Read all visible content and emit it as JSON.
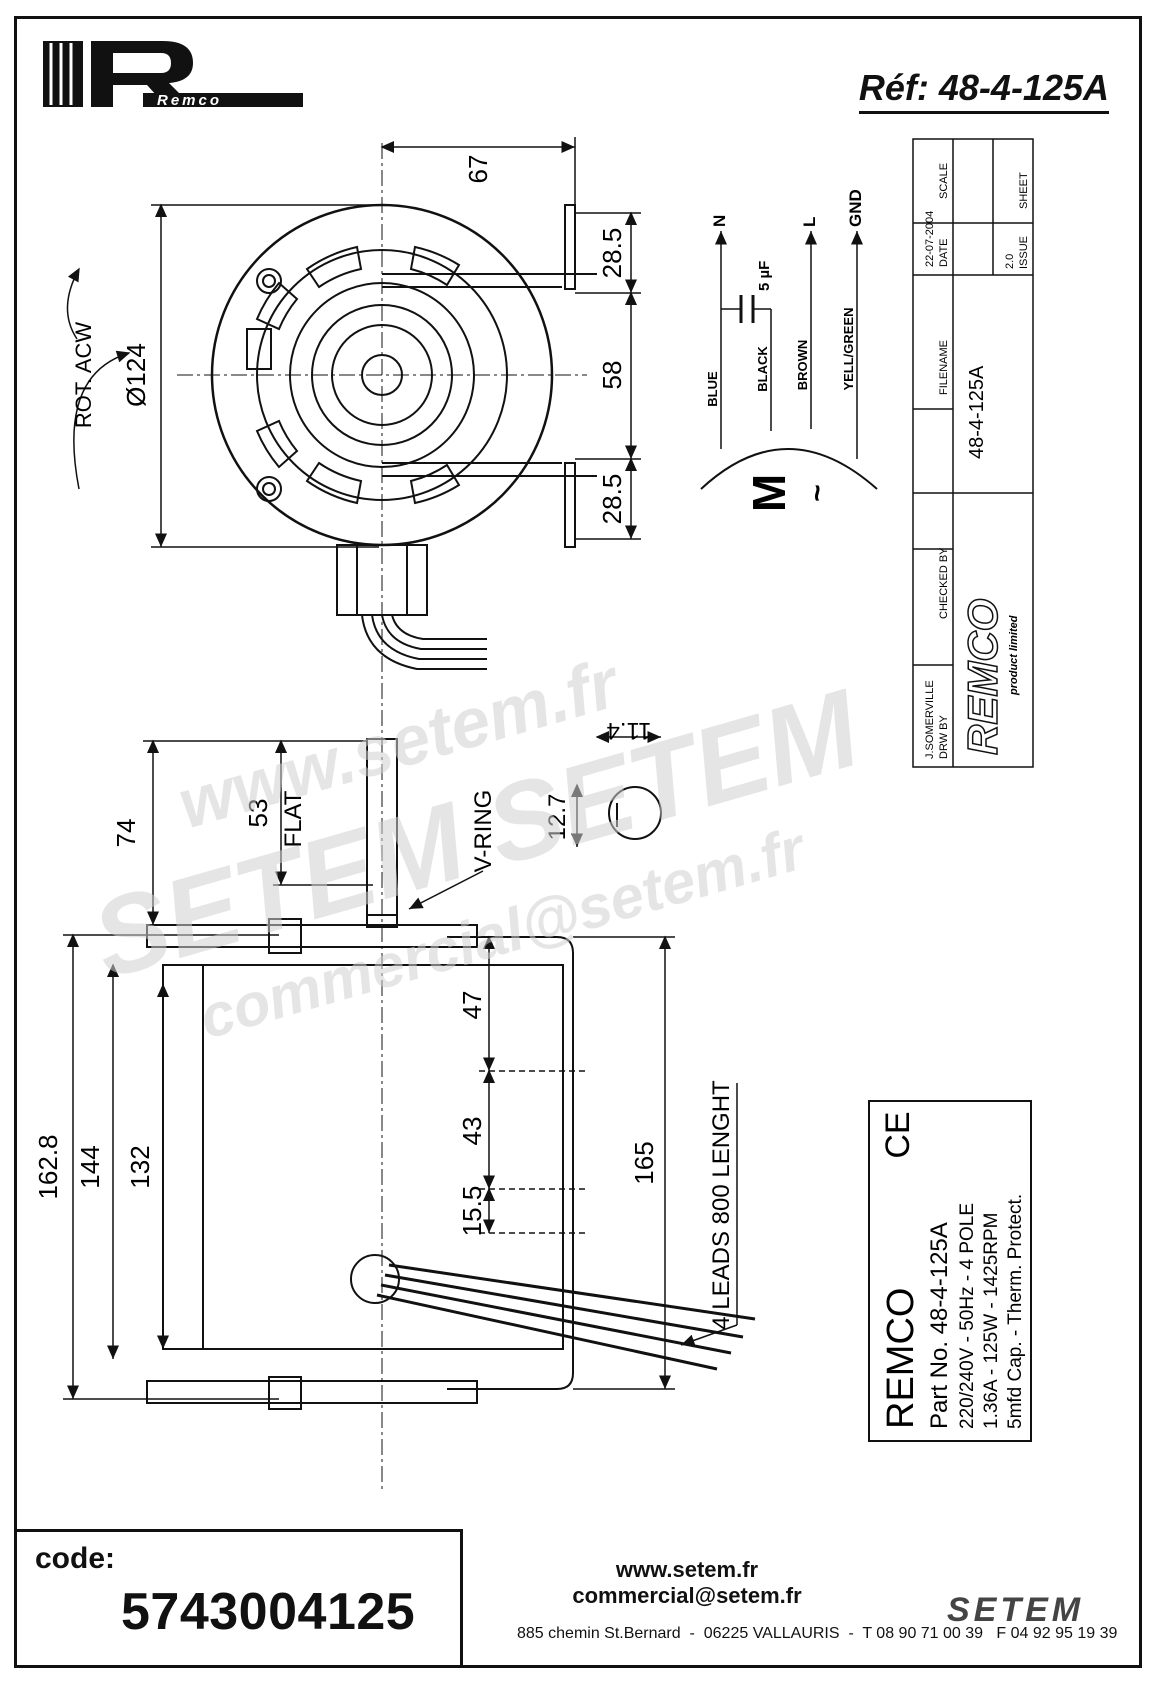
{
  "header": {
    "brand": "Remco",
    "reference": "Réf: 48-4-125A"
  },
  "dimensions": {
    "width_top": "67",
    "diameter": "Ø124",
    "rotation": "ROT. ACW",
    "tab_upper": "28.5",
    "tab_spacing": "58",
    "tab_lower": "28.5",
    "shaft_width": "11.4",
    "shaft_flat_height": "12.7",
    "shaft_length": "74",
    "flat_length": "53",
    "flat_label": "FLAT",
    "vring_label": "V-RING",
    "overall_length": "162.8",
    "body_length_1": "144",
    "body_length_2": "132",
    "bracket_1": "47",
    "bracket_2": "43",
    "bracket_3": "15.5",
    "bracket_span": "165",
    "leads_label": "4 LEADS  800 LENGHT"
  },
  "wiring": {
    "terminals": [
      "N",
      "L",
      "GND"
    ],
    "capacitor": "5 µF",
    "wires": [
      "BLUE",
      "BLACK",
      "BROWN",
      "YELL/GREEN"
    ],
    "motor_symbol": "M",
    "ac_symbol": "~"
  },
  "title_block": {
    "scale_label": "SCALE",
    "sheet_label": "SHEET",
    "date_label": "DATE",
    "date_value": "22-07-2004",
    "issue_label": "ISSUE",
    "issue_value": "2.0",
    "filename_label": "FILENAME",
    "filename_value": "48-4-125A",
    "checked_label": "CHECKED BY",
    "drawn_label": "DRW BY",
    "drawn_value": "J.SOMERVILLE",
    "company_logo": "REMCO",
    "company_tagline": "product limited"
  },
  "nameplate": {
    "ce_mark": "CE",
    "brand": "REMCO",
    "part_no": "Part No. 48-4-125A",
    "line1": "220/240V - 50Hz - 4 POLE",
    "line2": "1.36A - 125W - 1425RPM",
    "line3": "5mfd Cap. - Therm. Protect."
  },
  "watermark": {
    "line1": "www.setem.fr",
    "line2": "SETEM SETEM",
    "line3": "commercial@setem.fr"
  },
  "footer": {
    "code_label": "code:",
    "code_value": "5743004125",
    "website": "www.setem.fr",
    "email": "commercial@setem.fr",
    "address": "885 chemin St.Bernard  -  06225 VALLAURIS  -  T 08 90 71 00 39   F 04 92 95 19 39",
    "logo": "SETEM"
  }
}
